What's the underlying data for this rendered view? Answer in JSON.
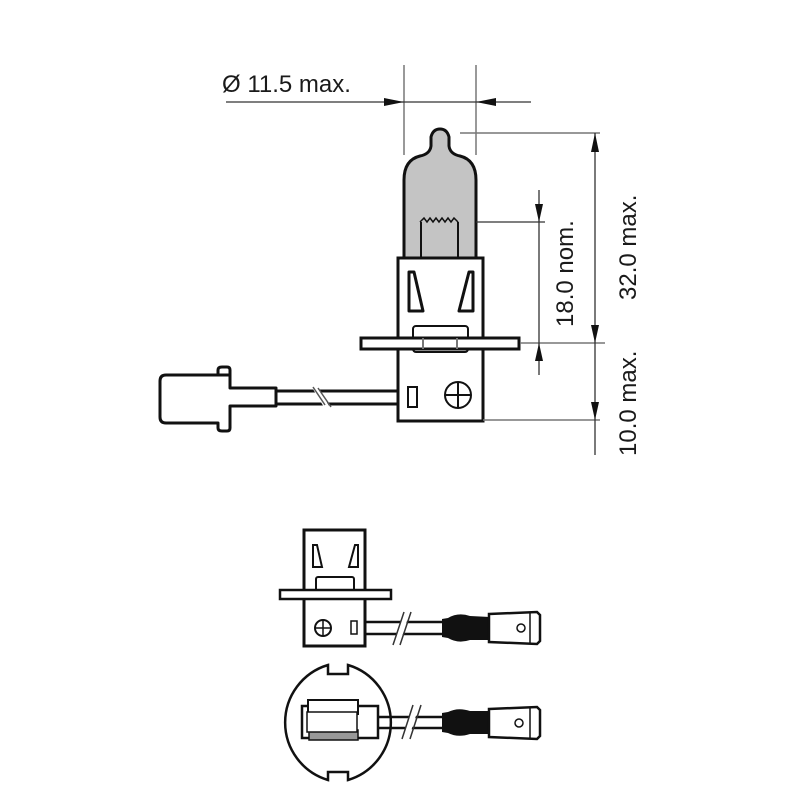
{
  "diagram": {
    "title": "H3 halogen bulb dimension drawing",
    "colors": {
      "glass": "#c4c4c4",
      "line": "#111111",
      "background": "#ffffff"
    },
    "dimensions": {
      "diameter": "Ø 11.5 max.",
      "light_center": "18.0 nom.",
      "overall_height": "32.0 max.",
      "base_height": "10.0 max."
    },
    "views": [
      {
        "name": "side-view",
        "description": "Bulb with glass envelope, base, flange and lead wire to connector"
      },
      {
        "name": "front-view",
        "description": "Base with flange and wire to spade connector"
      },
      {
        "name": "bottom-view",
        "description": "Round flange with notches, wire to spade connector"
      }
    ]
  }
}
